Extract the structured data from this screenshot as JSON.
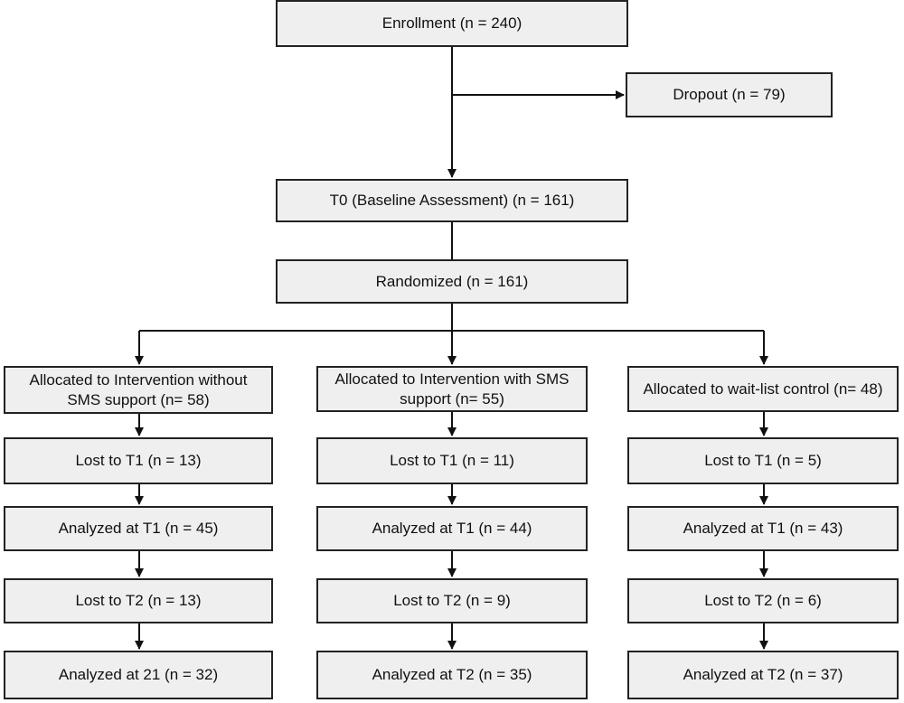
{
  "colors": {
    "box_fill": "#efefef",
    "box_border": "#222222",
    "line": "#111111",
    "text": "#111111"
  },
  "nodes": {
    "enrollment": "Enrollment (n = 240)",
    "dropout": "Dropout (n = 79)",
    "baseline": "T0 (Baseline Assessment) (n = 161)",
    "randomized": "Randomized (n = 161)"
  },
  "arms": [
    {
      "allocated": "Allocated to Intervention without SMS support (n= 58)",
      "lost_t1": "Lost to T1 (n = 13)",
      "analyzed_t1": "Analyzed at T1 (n = 45)",
      "lost_t2": "Lost to T2 (n = 13)",
      "analyzed_t2": "Analyzed at 21 (n = 32)"
    },
    {
      "allocated": "Allocated to Intervention with SMS support (n= 55)",
      "lost_t1": "Lost to T1 (n = 11)",
      "analyzed_t1": "Analyzed at T1 (n = 44)",
      "lost_t2": "Lost to T2 (n = 9)",
      "analyzed_t2": "Analyzed at T2 (n = 35)"
    },
    {
      "allocated": "Allocated to wait-list control (n= 48)",
      "lost_t1": "Lost to T1 (n = 5)",
      "analyzed_t1": "Analyzed at T1 (n = 43)",
      "lost_t2": "Lost to T2 (n = 6)",
      "analyzed_t2": "Analyzed at T2 (n = 37)"
    }
  ]
}
